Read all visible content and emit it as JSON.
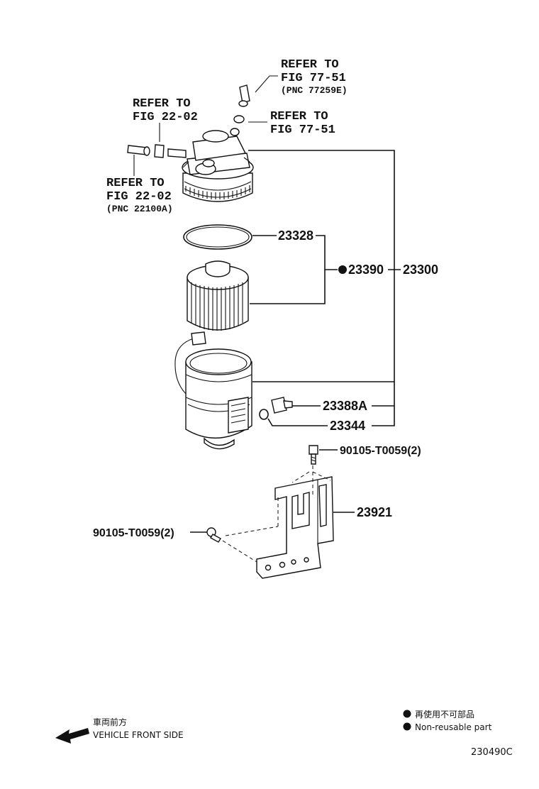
{
  "refs": {
    "top_right": {
      "line1": "REFER TO",
      "line2": "FIG 77-51",
      "line3": "(PNC 77259E)"
    },
    "mid_right": {
      "line1": "REFER TO",
      "line2": "FIG 77-51"
    },
    "top_left": {
      "line1": "REFER TO",
      "line2": "FIG 22-02"
    },
    "low_left": {
      "line1": "REFER TO",
      "line2": "FIG 22-02",
      "line3": "(PNC 22100A)"
    }
  },
  "parts": {
    "p23328": "23328",
    "p23390": "23390",
    "p23300": "23300",
    "p23388a": "23388A",
    "p23344": "23344",
    "bolt_top": "90105-T0059(2)",
    "p23921": "23921",
    "bolt_left": "90105-T0059(2)"
  },
  "legend": {
    "direction_jp": "車両前方",
    "direction_en": "VEHICLE FRONT SIDE",
    "nonreusable_jp": "再使用不可部品",
    "nonreusable_en": "Non-reusable part"
  },
  "diagram_id": "230490C"
}
